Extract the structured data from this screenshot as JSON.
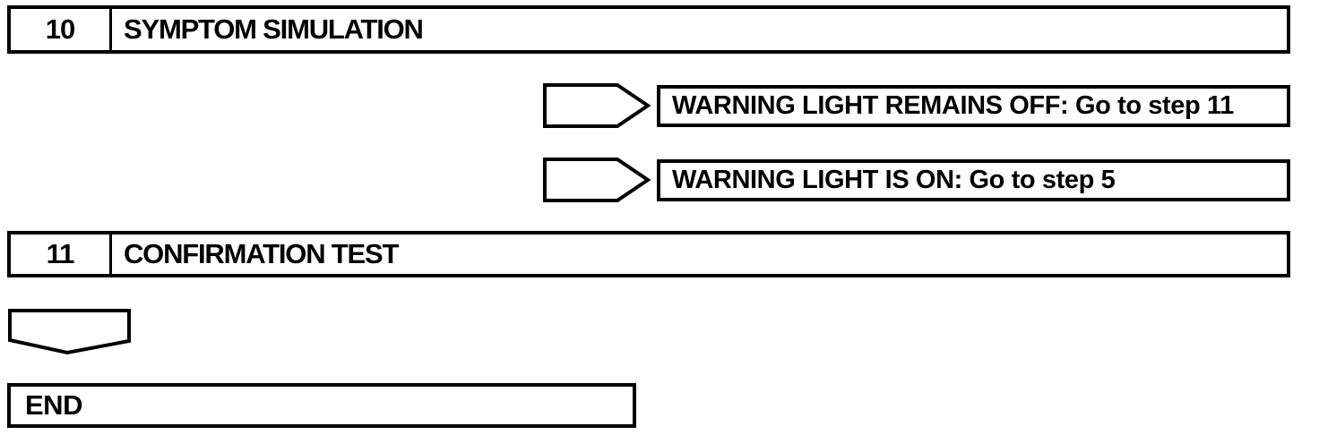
{
  "colors": {
    "ink": "#000000",
    "background": "#ffffff"
  },
  "flowchart": {
    "steps": [
      {
        "number": "10",
        "title": "SYMPTOM SIMULATION"
      },
      {
        "number": "11",
        "title": "CONFIRMATION TEST"
      }
    ],
    "branches": [
      {
        "icon": "flow-arrow-right-icon",
        "label": "WARNING LIGHT REMAINS OFF: Go to step 11"
      },
      {
        "icon": "flow-arrow-right-icon",
        "label": "WARNING LIGHT IS ON: Go to step 5"
      }
    ],
    "continue_icon": "flow-arrow-down-icon",
    "terminal": {
      "label": "END"
    }
  }
}
